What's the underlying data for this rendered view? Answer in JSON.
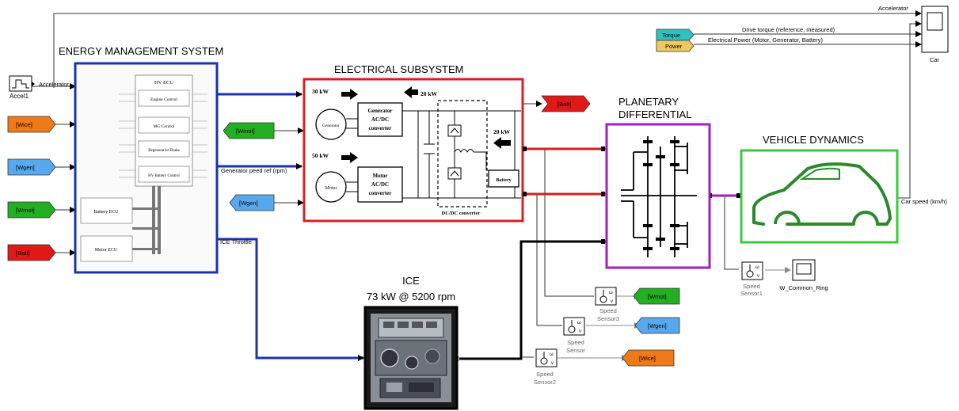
{
  "titles": {
    "ems": "ENERGY MANAGEMENT SYSTEM",
    "elec": "ELECTRICAL SUBSYSTEM",
    "planetary_1": "PLANETARY",
    "planetary_2": "DIFFERENTIAL",
    "vehicle": "VEHICLE DYNAMICS",
    "ice": "ICE",
    "ice_spec": "73 kW @ 5200 rpm"
  },
  "signals": {
    "accelerator_top": "Accelerator",
    "accelerator_in": "Accelerator",
    "accel_block": "Accel1",
    "drive_torque": "Drive torque (reference, measured)",
    "elec_power": "Electrical Power (Motor, Generator, Battery)",
    "gen_speed_ref": "Generator peed ref (rpm)",
    "ice_throttle": "ICE Throttle",
    "car_speed": "Car speed (km/h)"
  },
  "scope_labels": {
    "car": "Car",
    "w_common_ring": "W_Common_Ring"
  },
  "tags": {
    "torque": "Torque",
    "power": "Power",
    "wice_in": "[Wice]",
    "wgen_in": "[Wgen]",
    "wmot_in": "[Wmot]",
    "batt_in": "[Batt]",
    "wmot_mid": "[Wmot]",
    "wgen_mid": "[Wgen]",
    "batt_out": "[Batt]",
    "wmot_out": "[Wmot]",
    "wgen_out": "[Wgen]",
    "wice_out": "[Wice]"
  },
  "sensors": {
    "s1_a": "Speed",
    "s1_b": "Sensor1",
    "s3_a": "Speed",
    "s3_b": "Sensor3",
    "s_a": "Speed",
    "s_b": "Sensor",
    "s2_a": "Speed",
    "s2_b": "Sensor2",
    "port_omega": "ω",
    "port_v": "v"
  },
  "ecu": {
    "hv_ecu": "HV ECU",
    "engine_control": "Engine Control",
    "mg_control": "MG Control",
    "regen_brake": "Regenerative Brake",
    "hv_battery_control": "HV Battery Control",
    "battery_ecu": "Battery ECU",
    "motor_ecu": "Motor ECU"
  },
  "electrical": {
    "gen_power": "30 kW",
    "dc_power": "20 kW",
    "motor_power": "50 kW",
    "batt_power": "20 kW",
    "generator": "Generator",
    "gen_conv_1": "Generator",
    "gen_conv_2": "AC/DC",
    "gen_conv_3": "converter",
    "motor": "Motor",
    "mot_conv_1": "Motor",
    "mot_conv_2": "AC/DC",
    "mot_conv_3": "converter",
    "battery": "Battery",
    "dcdc": "DC/DC converter"
  },
  "colors": {
    "ems_border": "#1a33a8",
    "elec_border": "#d42020",
    "planetary_border": "#a020c0",
    "vehicle_border": "#3cc83c",
    "car_outline": "#2a8a2a",
    "tag_red": "#e01818",
    "tag_orange": "#f07a18",
    "tag_blue": "#58a8ee",
    "tag_green": "#22b022",
    "tag_cyan": "#30c0c0",
    "tag_yellow": "#f0c860"
  }
}
